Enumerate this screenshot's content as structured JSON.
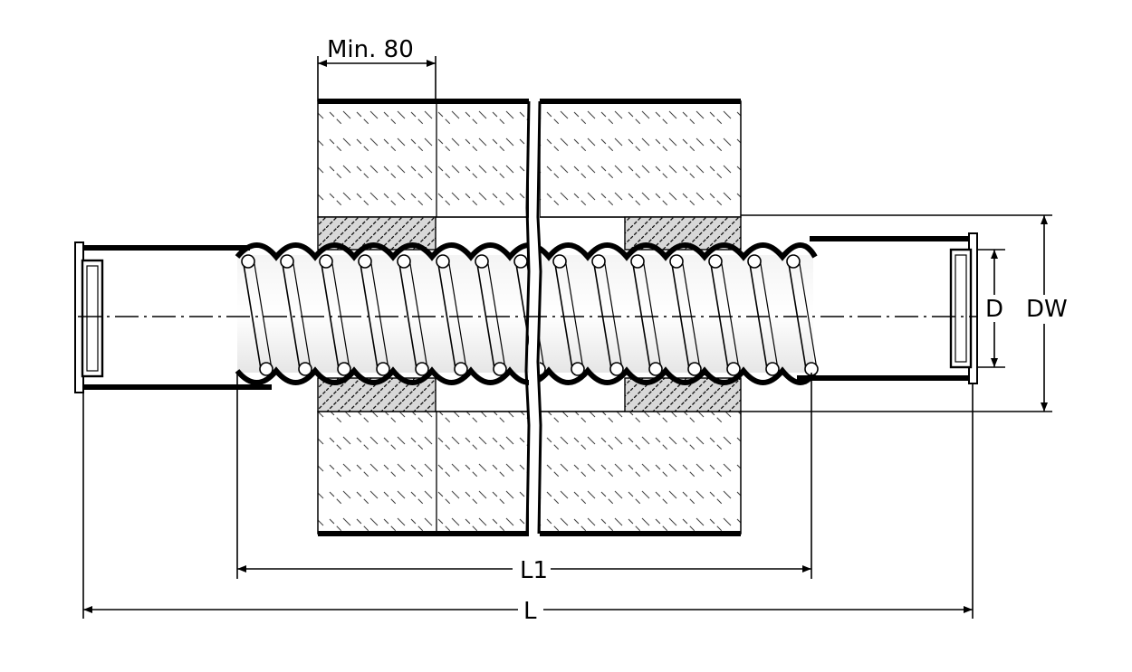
{
  "labels": {
    "min_length": "Min. 80",
    "inner_diameter": "D",
    "outer_diameter": "DW",
    "length_l1": "L1",
    "length_l": "L"
  }
}
